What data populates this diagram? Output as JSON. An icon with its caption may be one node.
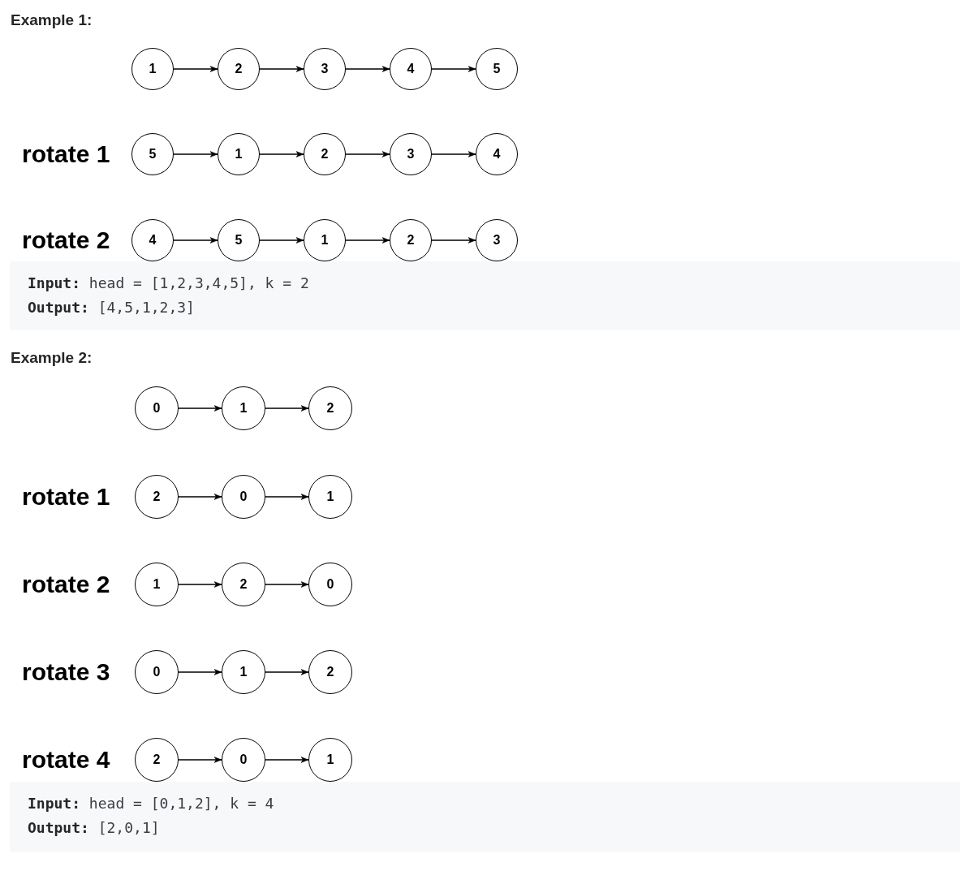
{
  "diagram": {
    "nodes": [
      {
        "text": [
          "1"
        ]
      },
      {
        "text": [
          "2"
        ]
      },
      {
        "text": [
          "3"
        ]
      },
      {
        "text": [
          "4"
        ]
      },
      {
        "text": [
          "5"
        ]
      },
      {
        "text": [
          "5"
        ]
      },
      {
        "text": [
          "1"
        ]
      },
      {
        "text": [
          "2"
        ]
      },
      {
        "text": [
          "3"
        ]
      },
      {
        "text": [
          "4"
        ]
      },
      {
        "text": [
          "4"
        ]
      },
      {
        "text": [
          "5"
        ]
      },
      {
        "text": [
          "1"
        ]
      },
      {
        "text": [
          "2"
        ]
      },
      {
        "text": [
          "3"
        ]
      },
      {
        "text": [
          "**Input:** head = [1,2,3,4,5], k = 2",
          "**Output:** [4,5,1,2,3]"
        ]
      },
      {
        "text": [
          "0"
        ]
      },
      {
        "text": [
          "1"
        ]
      },
      {
        "text": [
          "2"
        ]
      },
      {
        "text": [
          "2"
        ]
      },
      {
        "text": [
          "0"
        ]
      },
      {
        "text": [
          "1"
        ]
      },
      {
        "text": [
          "1"
        ]
      },
      {
        "text": [
          "2"
        ]
      },
      {
        "text": [
          "0"
        ]
      },
      {
        "text": [
          "0"
        ]
      },
      {
        "text": [
          "1"
        ]
      },
      {
        "text": [
          "2"
        ]
      },
      {
        "text": [
          "2"
        ]
      },
      {
        "text": [
          "0"
        ]
      },
      {
        "text": [
          "1"
        ]
      },
      {
        "text": [
          "**Input:** head = [0,1,2], k = 4",
          "**Output:** [2,0,1]"
        ]
      }
    ],
    "edges": [
      {
        "from": 0,
        "to": 1,
        "arrow": "to"
      },
      {
        "from": 1,
        "to": 2,
        "arrow": "to"
      },
      {
        "from": 2,
        "to": 3,
        "arrow": "to"
      },
      {
        "from": 3,
        "to": 4,
        "arrow": "to"
      },
      {
        "from": 5,
        "to": 6,
        "arrow": "to"
      },
      {
        "from": 6,
        "to": 7,
        "arrow": "to"
      },
      {
        "from": 7,
        "to": 8,
        "arrow": "to"
      },
      {
        "from": 8,
        "to": 9,
        "arrow": "to"
      },
      {
        "from": 10,
        "to": 11,
        "arrow": "to"
      },
      {
        "from": 11,
        "to": 12,
        "arrow": "to"
      },
      {
        "from": 12,
        "to": 13,
        "arrow": "to"
      },
      {
        "from": 13,
        "to": 14,
        "arrow": "to"
      },
      {
        "from": 16,
        "to": 17,
        "arrow": "to"
      },
      {
        "from": 17,
        "to": 18,
        "arrow": "to"
      },
      {
        "from": 19,
        "to": 20,
        "arrow": "to"
      },
      {
        "from": 20,
        "to": 21,
        "arrow": "to"
      },
      {
        "from": 22,
        "to": 23,
        "arrow": "to"
      },
      {
        "from": 23,
        "to": 24,
        "arrow": "to"
      },
      {
        "from": 25,
        "to": 26,
        "arrow": "to"
      },
      {
        "from": 26,
        "to": 27,
        "arrow": "to"
      },
      {
        "from": 28,
        "to": 29,
        "arrow": "to"
      },
      {
        "from": 29,
        "to": 30,
        "arrow": "to"
      }
    ],
    "labels": [
      "Example 1:",
      "rotate 1",
      "rotate 2",
      "Example 2:",
      "rotate 1",
      "rotate 2",
      "rotate 3",
      "rotate 4"
    ]
  }
}
